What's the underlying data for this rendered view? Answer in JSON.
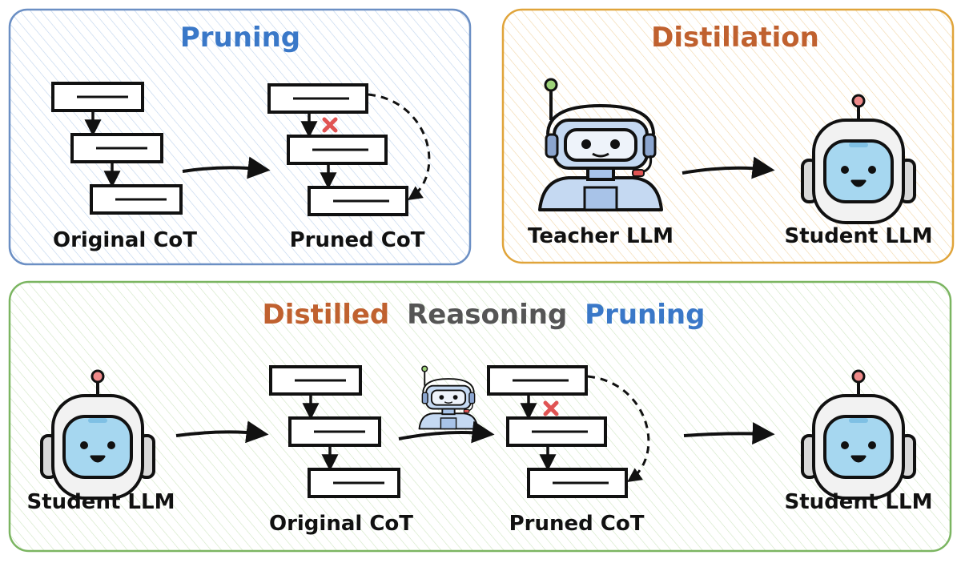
{
  "panels": {
    "pruning": {
      "title": "Pruning",
      "original_label": "Original CoT",
      "pruned_label": "Pruned CoT"
    },
    "distillation": {
      "title": "Distillation",
      "teacher_label": "Teacher LLM",
      "student_label": "Student LLM"
    },
    "drp": {
      "title_part1": "Distilled",
      "title_part2": "Reasoning",
      "title_part3": "Pruning",
      "student_in_label": "Student LLM",
      "original_label": "Original CoT",
      "pruned_label": "Pruned CoT",
      "student_out_label": "Student LLM"
    }
  },
  "colors": {
    "pruning": "#3a78c8",
    "distillation": "#c0612f",
    "reasoning": "#555555",
    "pruning_border": "#6b8fc4",
    "distillation_border": "#e0a43a",
    "drp_border": "#7bb561",
    "cross": "#e05454",
    "robot_face": "#a6d7f0",
    "teacher_body": "#c5d9f2"
  },
  "icons": {
    "student_robot": "student-robot-icon",
    "teacher_robot": "teacher-robot-icon",
    "cross_mark": "red-x-icon"
  }
}
